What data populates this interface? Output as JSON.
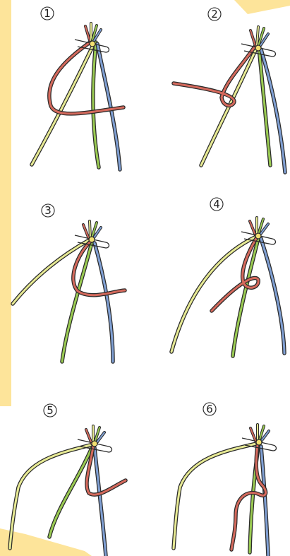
{
  "colors": {
    "background": "#ffffff",
    "paper_accent": "#fde49a",
    "strand_red": "#d4695c",
    "strand_yellow": "#e7ea94",
    "strand_green": "#9acb52",
    "strand_blue": "#7f9fd3",
    "pin_metal": "#b8b8b8",
    "ink": "#2a2a2a"
  },
  "steps": [
    {
      "number": "1"
    },
    {
      "number": "2"
    },
    {
      "number": "3"
    },
    {
      "number": "4"
    },
    {
      "number": "5"
    },
    {
      "number": "6"
    }
  ]
}
